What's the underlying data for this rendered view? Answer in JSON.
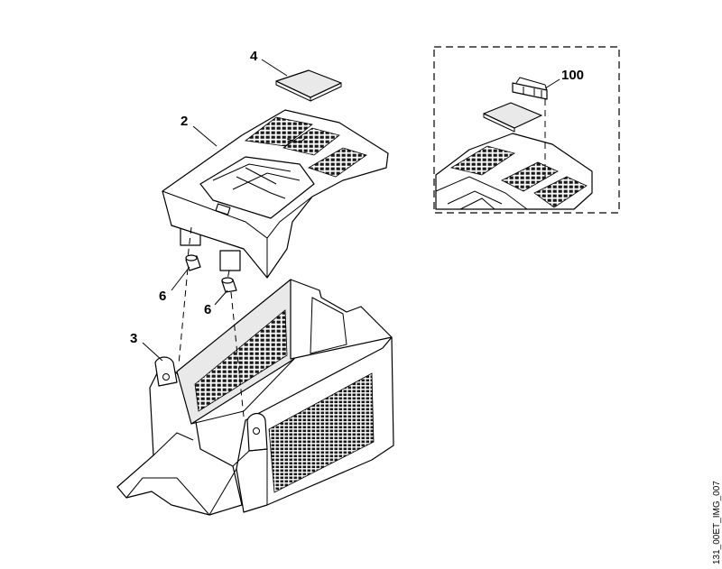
{
  "diagram": {
    "callouts": {
      "part_2": "2",
      "part_3": "3",
      "part_4": "4",
      "part_6a": "6",
      "part_6b": "6",
      "part_100": "100"
    },
    "image_code": "131_00ET_IMG_007"
  }
}
